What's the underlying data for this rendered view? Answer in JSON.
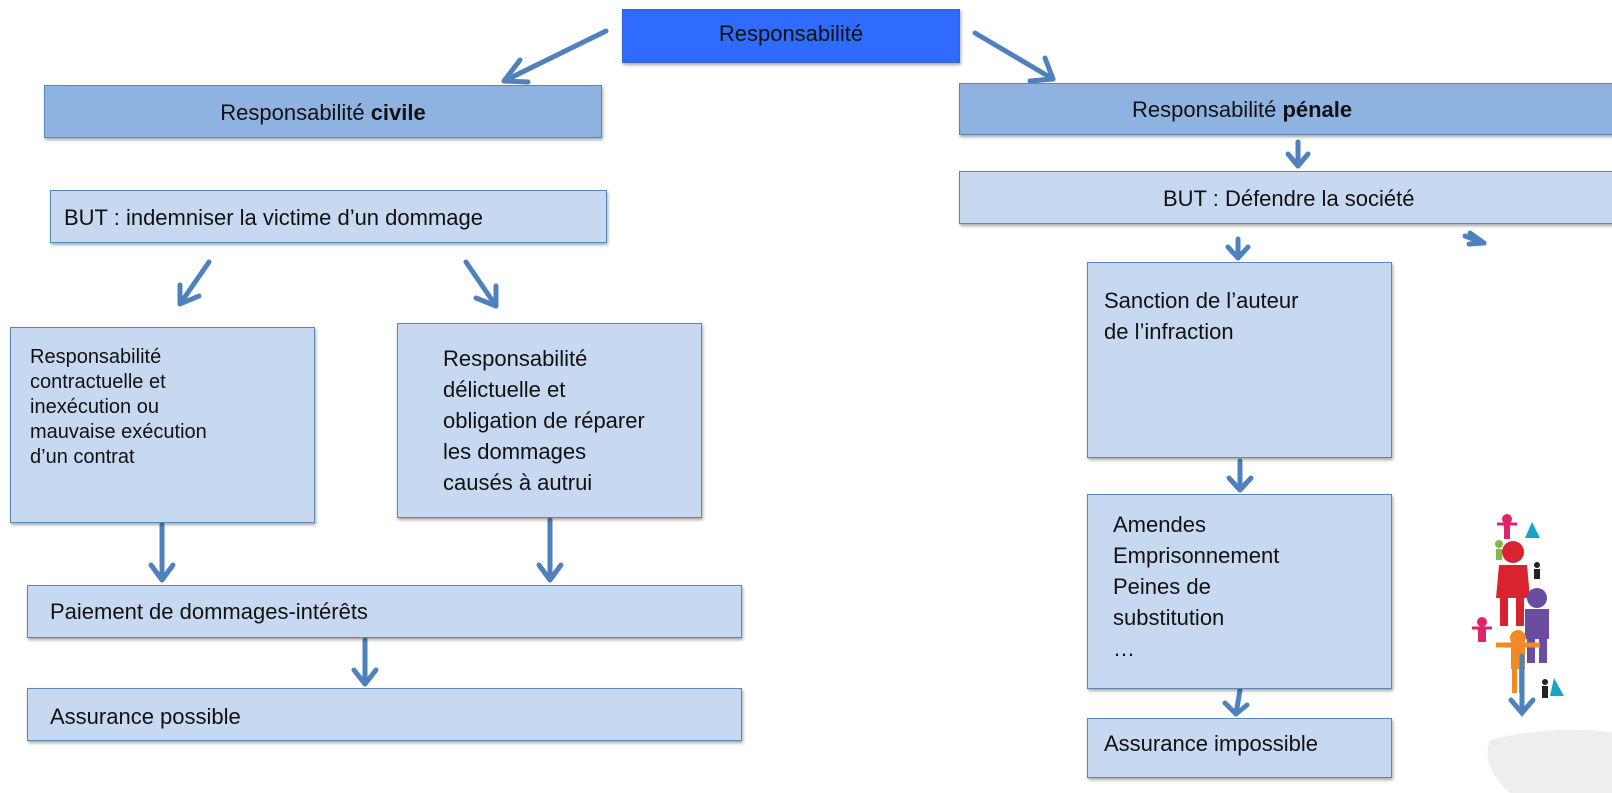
{
  "root": {
    "label": "Responsabilité"
  },
  "civil": {
    "title_prefix": "Responsabilité",
    "title_bold": "civile",
    "goal": "BUT : indemniser la victime d’un dommage",
    "contractual": [
      "Responsabilité",
      "contractuelle et",
      "inexécution ou",
      "mauvaise exécution",
      "d’un contrat"
    ],
    "delictual": [
      "Responsabilité",
      "délictuelle et",
      "obligation de réparer",
      "les dommages",
      "causés à autrui"
    ],
    "payment": "Paiement de dommages-intérêts",
    "insurance": "Assurance possible"
  },
  "penal": {
    "title_prefix": "Responsabilité",
    "title_bold": "pénale",
    "goal": "BUT : Défendre la société",
    "sanction": [
      "Sanction de l’auteur",
      "de l’infraction"
    ],
    "penalties": [
      "Amendes",
      "Emprisonnement",
      "Peines de",
      "substitution",
      "…"
    ],
    "insurance": "Assurance impossible"
  },
  "colors": {
    "top_box": "#2f6bff",
    "dark_box": "#8eb3e0",
    "light_box": "#c7d9f0",
    "arrow": "#4f81bd"
  },
  "decoration": {
    "icon": "people-group-icon"
  }
}
